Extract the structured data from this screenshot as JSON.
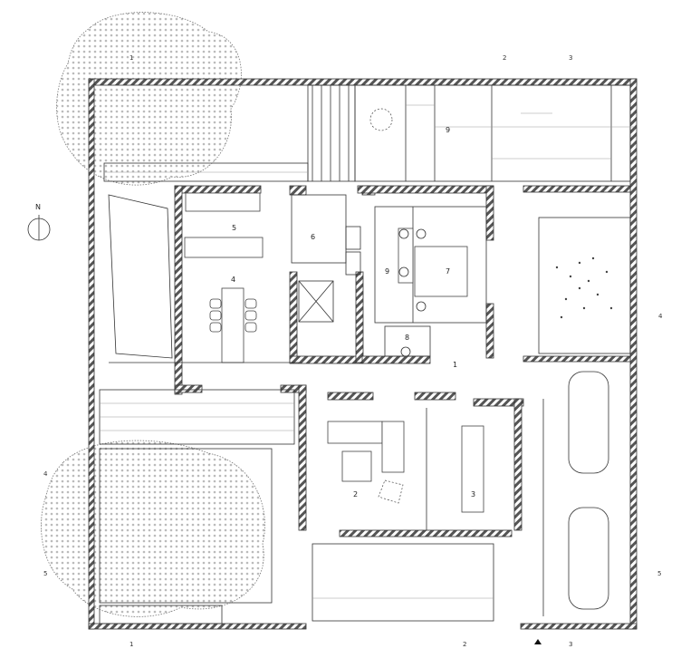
{
  "plan": {
    "north_label": "N",
    "rooms": [
      {
        "id": "r1",
        "label": "1"
      },
      {
        "id": "r2",
        "label": "2"
      },
      {
        "id": "r3",
        "label": "3"
      },
      {
        "id": "r4",
        "label": "4"
      },
      {
        "id": "r5",
        "label": "5"
      },
      {
        "id": "r6",
        "label": "6"
      },
      {
        "id": "r7",
        "label": "7"
      },
      {
        "id": "r8",
        "label": "8"
      },
      {
        "id": "r9",
        "label": "9"
      },
      {
        "id": "r9b",
        "label": "9"
      }
    ],
    "section_markers": {
      "top": [
        "1",
        "2",
        "3"
      ],
      "bottom": [
        "1",
        "2",
        "3"
      ],
      "left": [
        "4",
        "5"
      ],
      "right": [
        "4",
        "5"
      ]
    }
  }
}
